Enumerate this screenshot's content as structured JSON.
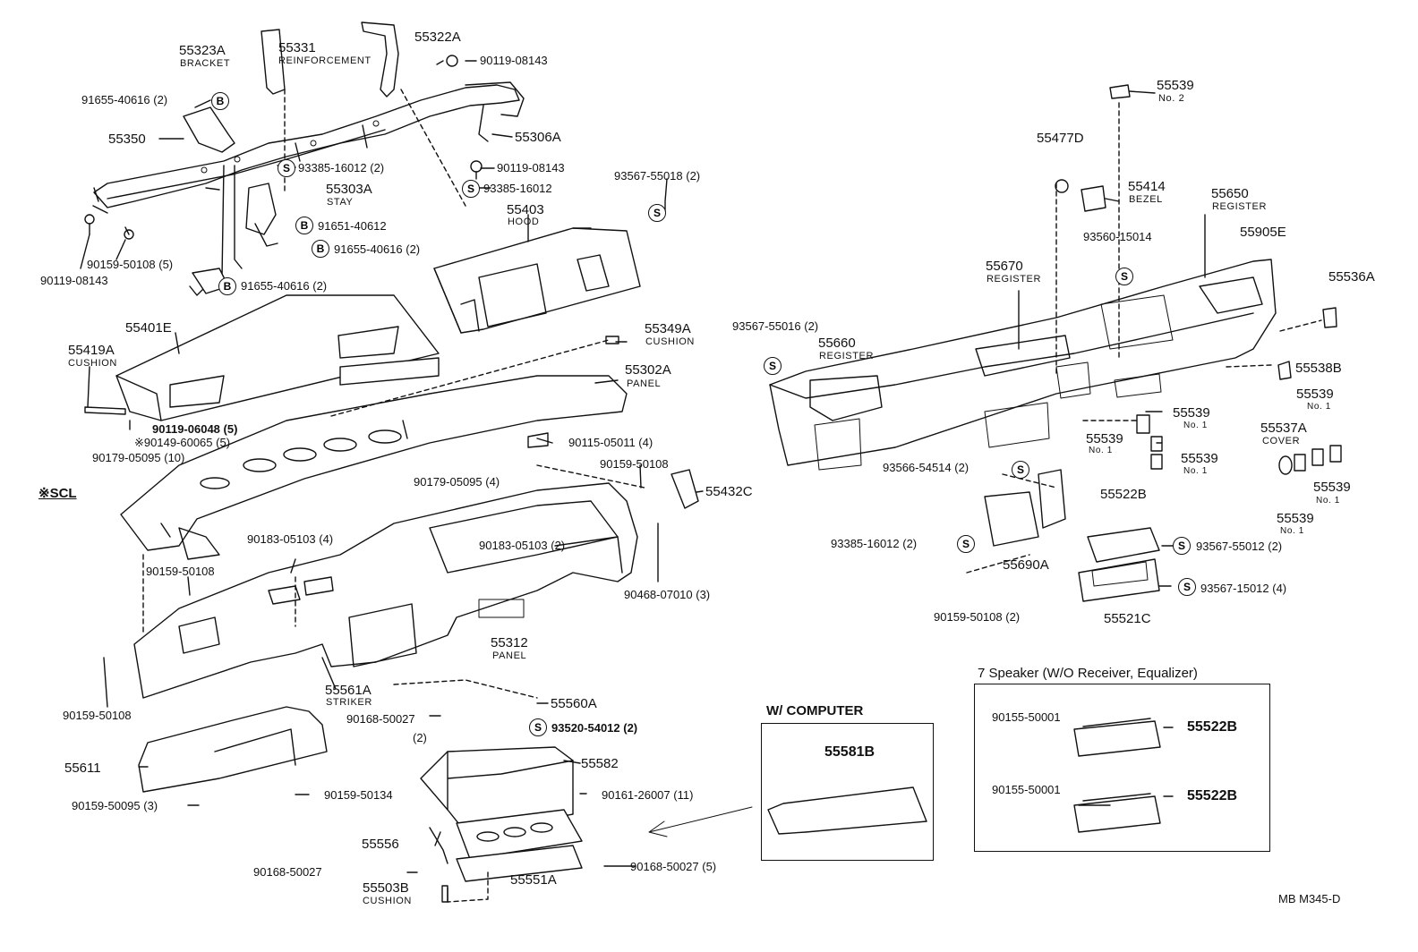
{
  "diagram": {
    "code": "MB  M345-D",
    "scl_note": "※SCL",
    "computer_box": {
      "title": "W/ COMPUTER",
      "part": "55581B"
    },
    "speaker_box": {
      "title": "7 Speaker (W/O Receiver, Equalizer)",
      "parts": [
        "90155-50001",
        "55522B",
        "90155-50001",
        "55522B"
      ]
    },
    "symbols": {
      "B": "B",
      "S": "S"
    },
    "labels": {
      "p55323A": "55323A",
      "p55323A_sub": "BRACKET",
      "p55331": "55331",
      "p55331_sub": "REINFORCEMENT",
      "p55322A": "55322A",
      "p90119_08143_a": "90119-08143",
      "p91655_40616_a": "91655-40616 (2)",
      "p55350": "55350",
      "p55306A": "55306A",
      "p93385_16012_a": "93385-16012 (2)",
      "p90119_08143_b": "90119-08143",
      "p55303A": "55303A",
      "p55303A_sub": "STAY",
      "p93385_16012_b": "93385-16012",
      "p93567_55018": "93567-55018 (2)",
      "p91651_40612": "91651-40612",
      "p91655_40616_b": "91655-40616 (2)",
      "p90159_50108_5": "90159-50108 (5)",
      "p90119_08143_c": "90119-08143",
      "p91655_40616_c": "91655-40616 (2)",
      "p55403": "55403",
      "p55403_sub": "HOOD",
      "p55401E": "55401E",
      "p55419A": "55419A",
      "p55419A_sub": "CUSHION",
      "p55349A": "55349A",
      "p55349A_sub": "CUSHION",
      "p55302A": "55302A",
      "p55302A_sub": "PANEL",
      "p90119_06048": "90119-06048 (5)",
      "p90149_60065": "※90149-60065 (5)",
      "p90179_05095_10": "90179-05095 (10)",
      "p90115_05011": "90115-05011 (4)",
      "p90159_50108_b": "90159-50108",
      "p90179_05095_4": "90179-05095 (4)",
      "p55432C": "55432C",
      "p90183_05103_4": "90183-05103 (4)",
      "p90183_05103_2": "90183-05103 (2)",
      "p90159_50108_c": "90159-50108",
      "p90468_07010": "90468-07010 (3)",
      "p55312": "55312",
      "p55312_sub": "PANEL",
      "p90159_50108_d": "90159-50108",
      "p55561A": "55561A",
      "p55561A_sub": "STRIKER",
      "p55560A": "55560A",
      "p90168_50027_a": "90168-50027",
      "p90168_50027_a2": "(2)",
      "p93520_54012": "93520-54012 (2)",
      "p55611": "55611",
      "p55582": "55582",
      "p90159_50095": "90159-50095 (3)",
      "p90159_50134": "90159-50134",
      "p90161_26007": "90161-26007 (11)",
      "p55556": "55556",
      "p90168_50027_b": "90168-50027",
      "p55551A": "55551A",
      "p90168_50027_5": "90168-50027 (5)",
      "p55503B": "55503B",
      "p55503B_sub": "CUSHION",
      "p55539_2": "55539",
      "p55539_2_sub": "No. 2",
      "p55477D": "55477D",
      "p55414": "55414",
      "p55414_sub": "BEZEL",
      "p55650": "55650",
      "p55650_sub": "REGISTER",
      "p55905E": "55905E",
      "p93560_15014": "93560-15014",
      "p55670": "55670",
      "p55670_sub": "REGISTER",
      "p55536A": "55536A",
      "p93567_55016": "93567-55016 (2)",
      "p55660": "55660",
      "p55660_sub": "REGISTER",
      "p55538B": "55538B",
      "p55539_a": "55539",
      "p55539_a_sub": "No. 1",
      "p55539_b": "55539",
      "p55539_b_sub": "No. 1",
      "p55539_c": "55539",
      "p55539_c_sub": "No. 1",
      "p55539_d": "55539",
      "p55539_d_sub": "No. 1",
      "p55537A": "55537A",
      "p55537A_sub": "COVER",
      "p55539_e": "55539",
      "p55539_e_sub": "No. 1",
      "p55539_f": "55539",
      "p55539_f_sub": "No. 1",
      "p93566_54514": "93566-54514 (2)",
      "p55522B": "55522B",
      "p93385_16012_c": "93385-16012 (2)",
      "p55690A": "55690A",
      "p93567_55012": "93567-55012 (2)",
      "p93567_15012": "93567-15012 (4)",
      "p90159_50108_2": "90159-50108 (2)",
      "p55521C": "55521C"
    }
  }
}
